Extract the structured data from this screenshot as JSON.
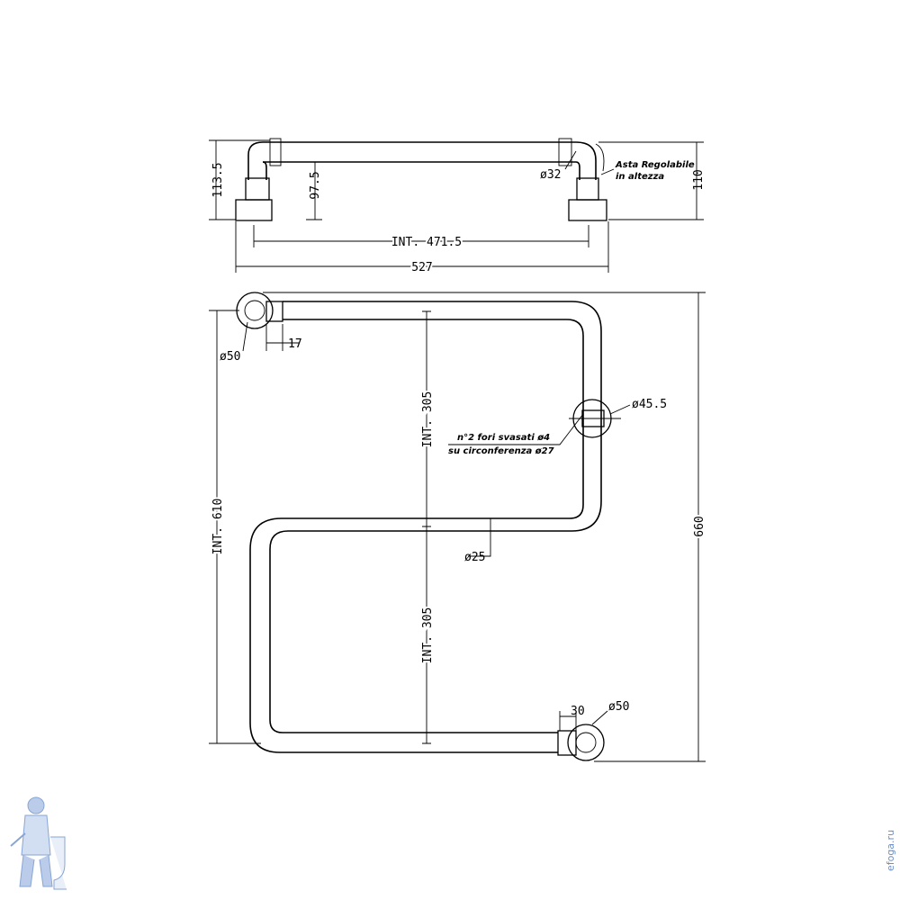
{
  "colors": {
    "line": "#000000",
    "background": "#ffffff",
    "watermark": "#6b8fc9"
  },
  "top_view": {
    "dim_height_left": "113.5",
    "dim_height_inner": "97.5",
    "dim_height_right": "110",
    "dim_pipe_diameter": "ø32",
    "note_line1": "Asta Regolabile",
    "note_line2": "in altezza",
    "dim_int_width": "INT. 471.5",
    "dim_total_width": "527"
  },
  "front_view": {
    "dim_flange_top": "ø50",
    "dim_offset": "17",
    "dim_int_upper": "INT. 305",
    "dim_int_lower": "INT. 305",
    "dim_int_total": "INT. 610",
    "dim_total_height": "660",
    "dim_mid_support": "ø45.5",
    "hole_note_line1": "n°2 fori svasati ø4",
    "hole_note_line2": "su circonferenza ø27",
    "dim_pipe": "ø25",
    "dim_bottom_offset": "30",
    "dim_flange_bottom": "ø50"
  },
  "watermark": {
    "icon": "plumber-with-toilet-icon",
    "side_text": "efoga.ru"
  }
}
